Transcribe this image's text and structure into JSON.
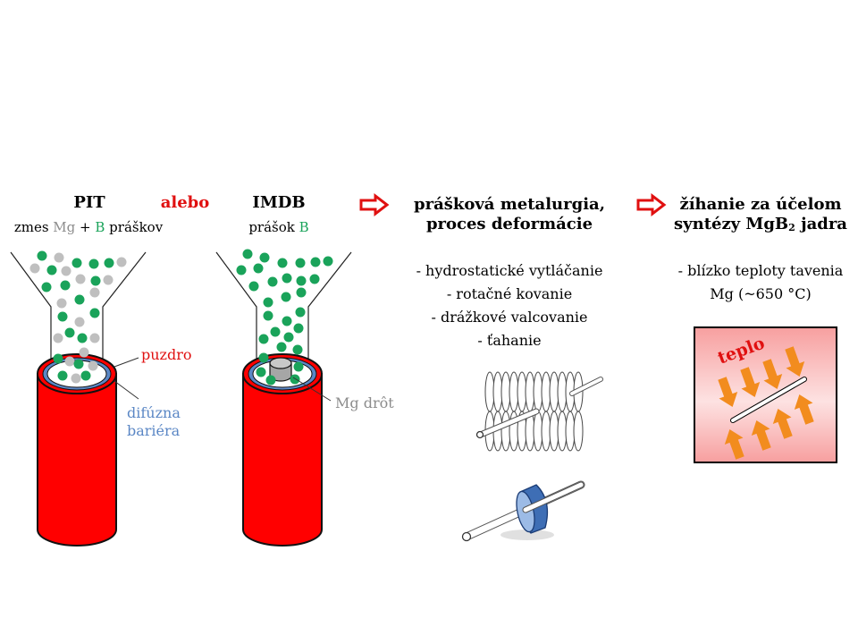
{
  "pit": {
    "title": "PIT",
    "subtitle_parts": [
      "zmes ",
      "Mg",
      " + ",
      "B",
      " práškov"
    ]
  },
  "or_label": "alebo",
  "imdb": {
    "title": "IMDB",
    "subtitle_parts": [
      "prášok ",
      "B"
    ]
  },
  "step2": {
    "title_line1": "prášková metalurgia,",
    "title_line2": "proces deformácie",
    "items": [
      "- hydrostatické vytláčanie",
      "- rotačné kovanie",
      "- drážkové valcovanie",
      "- ťahanie"
    ]
  },
  "step3": {
    "title_line1": "žíhanie za účelom",
    "title_line2_pre": "syntézy MgB",
    "title_line2_sub": "2",
    "title_line2_post": " jadra",
    "items": [
      "- blízko teploty tavenia",
      "Mg (~650 °C)"
    ],
    "heat_label": "teplo"
  },
  "labels": {
    "sheath": "puzdro",
    "barrier_line1": "difúzna",
    "barrier_line2": "bariéra",
    "mg_wire": "Mg drôt"
  },
  "colors": {
    "sheath_red": "#ff0000",
    "boron_green": "#1aa35a",
    "mg_grey": "#bfbfbf",
    "barrier_blue": "#5b87c5",
    "arrow_red": "#e01010",
    "heat_orange": "#f28c1e",
    "heat_bg": "#f7a8a8"
  }
}
